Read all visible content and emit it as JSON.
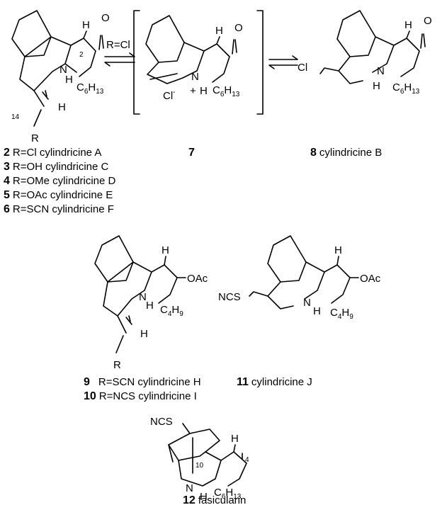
{
  "reagent": "R=Cl",
  "atoms": {
    "H": "H",
    "N": "N",
    "O": "O",
    "Cl": "Cl",
    "R": "R",
    "C": "C",
    "Ac": "Ac",
    "NCS": "NCS",
    "plus": "+",
    "minus": "-"
  },
  "subscripts": {
    "six": "6",
    "thirteen": "13",
    "four": "4",
    "nine": "9"
  },
  "locants": {
    "c2": "2",
    "c14": "14",
    "c10": "10",
    "c4": "4"
  },
  "compounds": {
    "c2": {
      "num": "2",
      "text": "R=Cl  cylindricine A"
    },
    "c3": {
      "num": "3",
      "text": "R=OH cylindricine C"
    },
    "c4": {
      "num": "4",
      "text": "R=OMe cylindricine D"
    },
    "c5": {
      "num": "5",
      "text": "R=OAc cylindricine E"
    },
    "c6": {
      "num": "6",
      "text": "R=SCN cylindricine F"
    },
    "c7": {
      "num": "7"
    },
    "c8": {
      "num": "8",
      "text": "cylindricine B"
    },
    "c9": {
      "num": "9",
      "text": "R=SCN  cylindricine H"
    },
    "c10": {
      "num": "10",
      "text": "R=NCS  cylindricine I"
    },
    "c11": {
      "num": "11",
      "text": "cylindricine J"
    },
    "c12": {
      "num": "12",
      "text": "fasicularin"
    }
  }
}
